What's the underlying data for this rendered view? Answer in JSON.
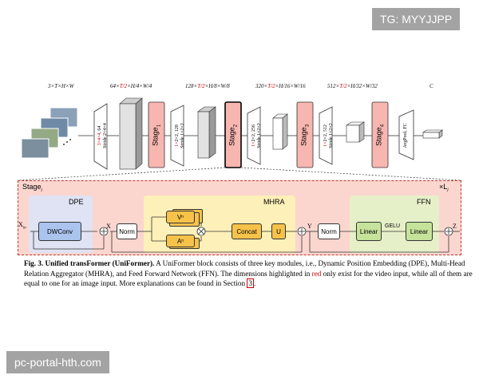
{
  "watermarks": {
    "top": "TG: MYYJJPP",
    "bottom": "pc-portal-hth.com"
  },
  "input": {
    "dim": "3×T×H×W"
  },
  "dims": {
    "d1": {
      "pre": "64×",
      "t": "T/2",
      "rest": "×H/4×W/4"
    },
    "d2": {
      "pre": "128×",
      "t": "T/2",
      "rest": "×H/8×W/8"
    },
    "d3": {
      "pre": "320×",
      "t": "T/2",
      "rest": "×H/16×W/16"
    },
    "d4": {
      "pre": "512×",
      "t": "T/2",
      "rest": "×H/32×W/32"
    },
    "out": "C"
  },
  "convs": {
    "c1": {
      "red": "3×4×4",
      "rest": ", 64",
      "stride": "Stride 2×4×4"
    },
    "c2": {
      "red": "1×",
      "rest": "2×2, 128",
      "stride": "Stride 1×2×2"
    },
    "c3": {
      "red": "1×",
      "rest": "2×2, 256",
      "stride": "Stride 1×2×2"
    },
    "c4": {
      "red": "1×",
      "rest": "2×2, 512",
      "stride": "Stride 1×2×2"
    },
    "head": "AvgPool, FC"
  },
  "stages": {
    "s1": "Stage",
    "s1sub": "1",
    "s2": "Stage",
    "s2sub": "2",
    "s3": "Stage",
    "s3sub": "3",
    "s4": "Stage",
    "s4sub": "4"
  },
  "block": {
    "title": "Stage",
    "title_sub": "i",
    "repeat": "×L",
    "repeat_sub": "i",
    "dpe_title": "DPE",
    "mhra_title": "MHRA",
    "ffn_title": "FFN",
    "x_in": "X",
    "x_in_sub": "in",
    "x_lbl": "X",
    "y_lbl": "Y",
    "z_lbl": "Z",
    "dwconv": "DWConv",
    "norm1": "Norm",
    "vn": "V",
    "vn_sub": "n",
    "an": "A",
    "an_sub": "n",
    "concat": "Concat",
    "u": "U",
    "norm2": "Norm",
    "linear1": "Linear",
    "gelu": "GELU",
    "linear2": "Linear"
  },
  "caption": {
    "fig": "Fig. 3.",
    "title": "Unified transFormer (UniFormer).",
    "text1": " A UniFormer block consists of three key modules, i.e., Dynamic Position Embedding (DPE), Multi-Head Relation Aggregator (MHRA), and Feed Forward Network (FFN). The dimensions highlighted in ",
    "red_word": "red",
    "text2": " only exist for the video input, while all of them are equal to one for an image input. More explanations can be found in Section ",
    "section": "3",
    "text3": "."
  },
  "colors": {
    "stage_fill": "#f7b6b0",
    "block_fill": "#fbd6cf",
    "dpe_fill": "#dfe3f3",
    "mhra_fill": "#fdf0b8",
    "ffn_fill": "#e6f0c8",
    "box_yellow": "#f7c24a",
    "box_green": "#c5e39a",
    "box_blue": "#aac4ee"
  }
}
